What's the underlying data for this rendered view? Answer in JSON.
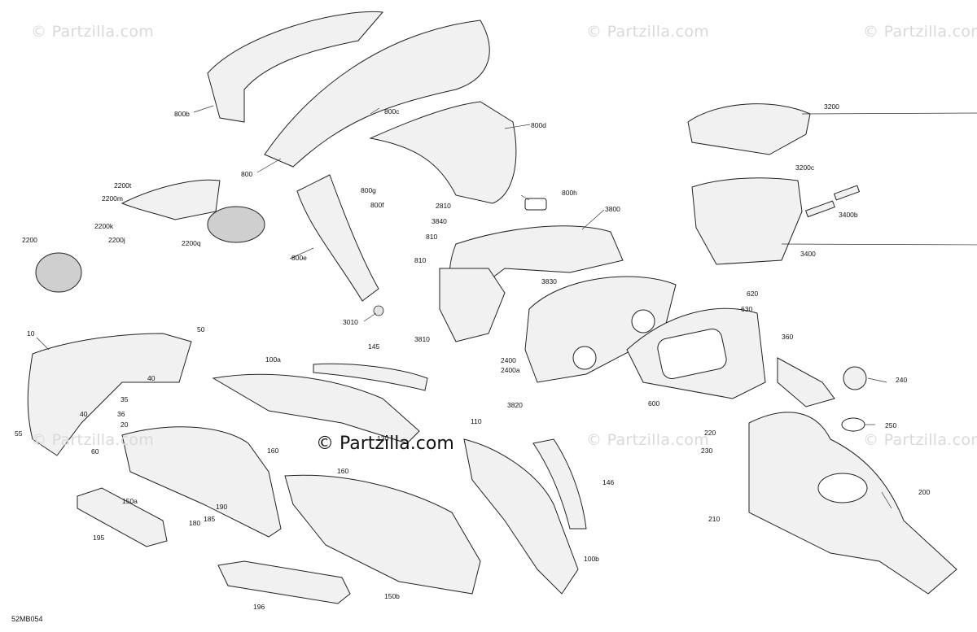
{
  "watermarks": {
    "corner_text": "© Partzilla.com",
    "center_text": "© Partzilla.com"
  },
  "diagram_code": "52MB054",
  "callouts": [
    "800b",
    "800c",
    "800d",
    "800",
    "800g",
    "800f",
    "800h",
    "800e",
    "2200t",
    "2200m",
    "2200k",
    "2200j",
    "2200q",
    "2200",
    "3200",
    "3200c",
    "3400b",
    "3400",
    "2810",
    "3840",
    "810",
    "810",
    "3830",
    "3800",
    "3810",
    "3010",
    "620",
    "630",
    "2400",
    "2400a",
    "3820",
    "10",
    "50",
    "40",
    "35",
    "36",
    "20",
    "55",
    "60",
    "40",
    "100a",
    "145",
    "130",
    "110",
    "160",
    "160",
    "150a",
    "185",
    "190",
    "180",
    "195",
    "196",
    "146",
    "100b",
    "150b",
    "360",
    "240",
    "600",
    "250",
    "220",
    "230",
    "210",
    "200"
  ]
}
